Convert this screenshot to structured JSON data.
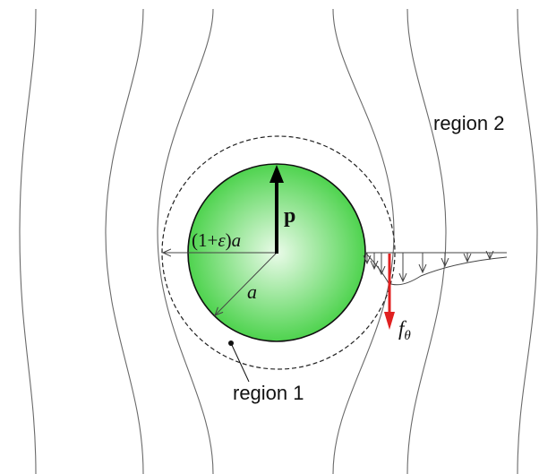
{
  "labels": {
    "region2": "region 2",
    "region1": "region 1",
    "p": "p",
    "outer_radius_coef": "(1+",
    "epsilon": "ε",
    "outer_radius_close": ")",
    "a_after_paren": "a",
    "radius": "a",
    "force_symbol": "f",
    "force_subscript": "θ"
  },
  "colors": {
    "sphere_center": "#eafbe9",
    "sphere_edge": "#3fcf3f",
    "force_arrow": "#e02020",
    "lines": "#555555"
  }
}
